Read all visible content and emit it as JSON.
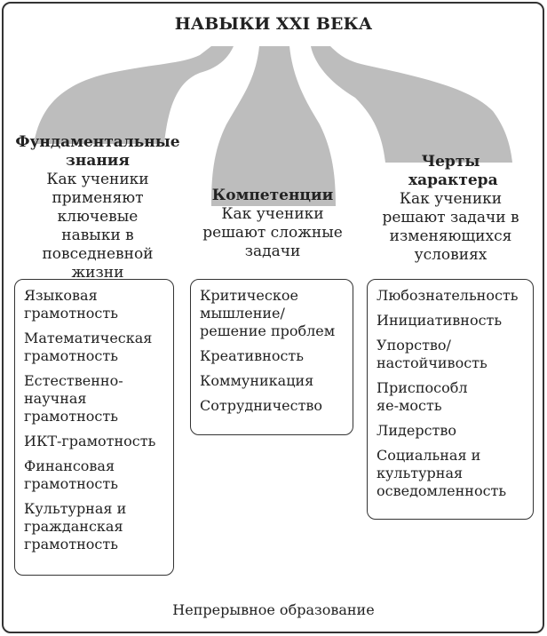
{
  "title": "НАВЫКИ XXI ВЕКА",
  "columns": [
    {
      "heading": "Фундаментальные знания",
      "desc": "Как ученики применяют ключевые навыки в повседневной жизни",
      "items": [
        "Языковая грамотность",
        "Математическая грамотность",
        "Естественно-научная грамотность",
        "ИКТ-грамотность",
        "Финансовая грамотность",
        "Культурная и гражданская грамотность"
      ]
    },
    {
      "heading": "Компетенции",
      "desc": "Как ученики решают сложные задачи",
      "items": [
        "Критическое мышление/ решение проблем",
        "Креативность",
        "Коммуникация",
        "Сотрудничество"
      ]
    },
    {
      "heading": "Черты характера",
      "desc": "Как ученики решают задачи в изменяющихся условиях",
      "items": [
        "Любознательность",
        "Инициативность",
        "Упорство/ настойчивость",
        "Приспособляе-мость",
        "Лидерство",
        "Социальная и культурная осведомленность"
      ]
    }
  ],
  "footer": "Непрерывное образование",
  "colors": {
    "shape": "#bdbdbd",
    "border": "#333333"
  }
}
